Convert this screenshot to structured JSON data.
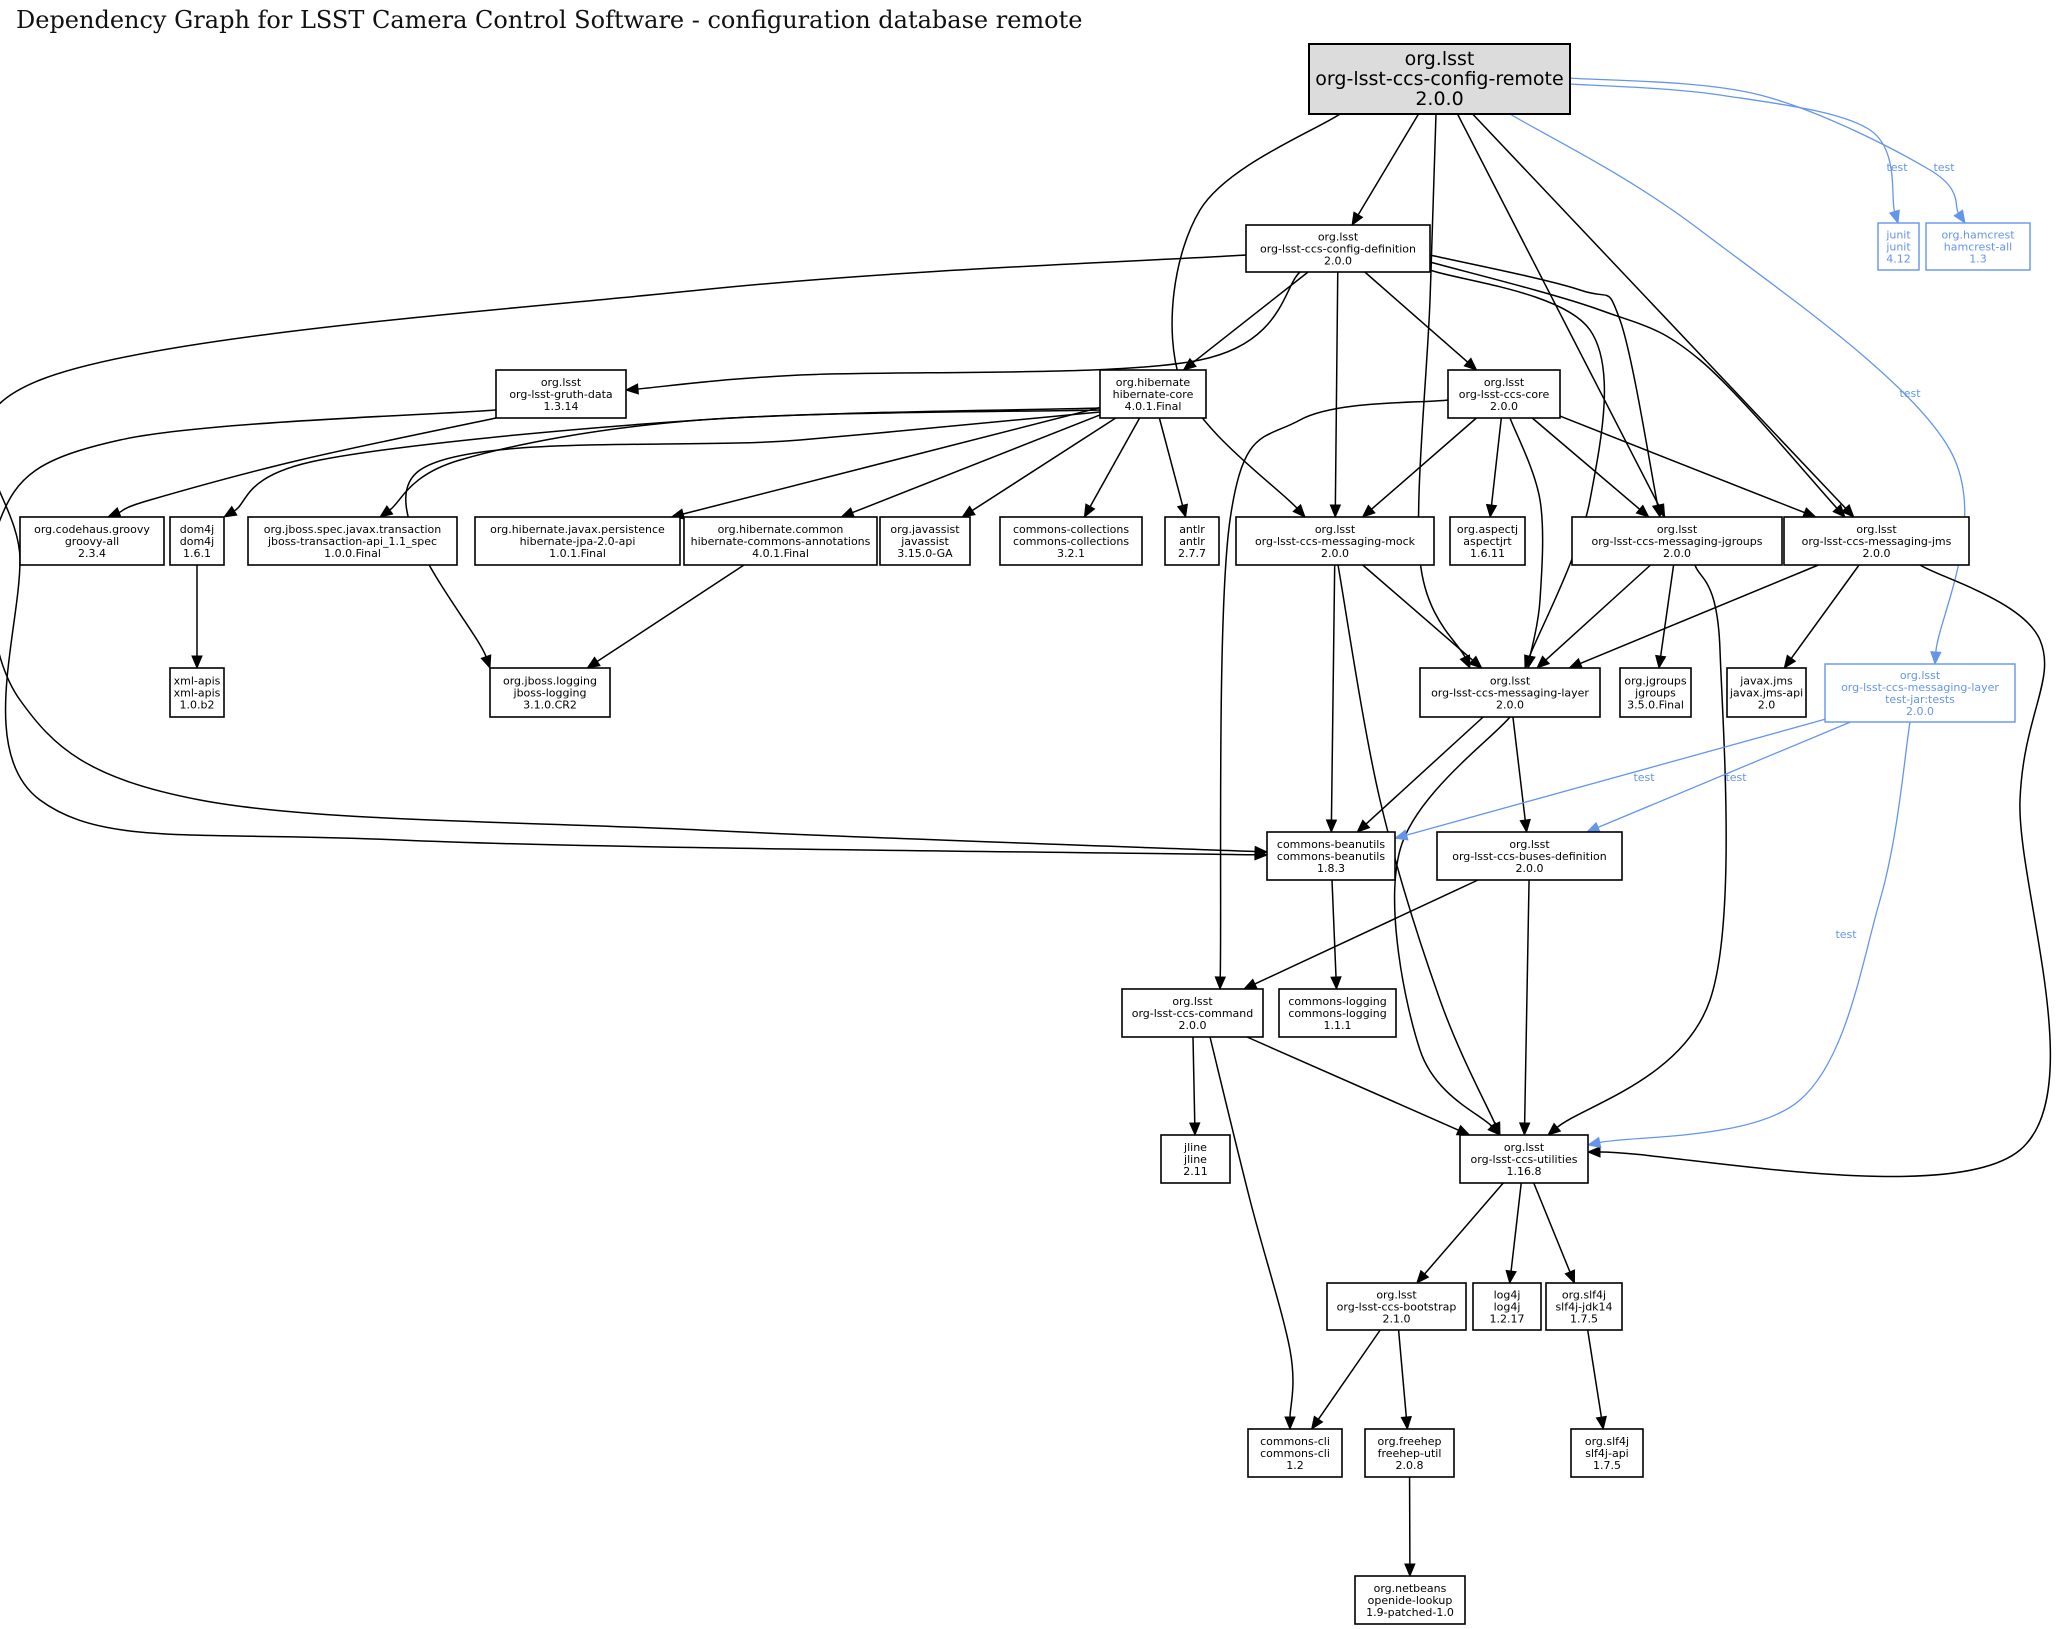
{
  "title": "Dependency Graph for LSST Camera Control Software - configuration database remote",
  "colors": {
    "test": "#6495ed",
    "root_fill": "#dcdcdc",
    "edge": "#000000"
  },
  "nodes": [
    {
      "id": "root",
      "group": "org.lsst",
      "artifact": "org-lsst-ccs-config-remote",
      "version": "2.0.0",
      "kind": "root"
    },
    {
      "id": "config-definition",
      "group": "org.lsst",
      "artifact": "org-lsst-ccs-config-definition",
      "version": "2.0.0"
    },
    {
      "id": "gruth-data",
      "group": "org.lsst",
      "artifact": "org-lsst-gruth-data",
      "version": "1.3.14"
    },
    {
      "id": "hibernate-core",
      "group": "org.hibernate",
      "artifact": "hibernate-core",
      "version": "4.0.1.Final"
    },
    {
      "id": "ccs-core",
      "group": "org.lsst",
      "artifact": "org-lsst-ccs-core",
      "version": "2.0.0"
    },
    {
      "id": "groovy-all",
      "group": "org.codehaus.groovy",
      "artifact": "groovy-all",
      "version": "2.3.4"
    },
    {
      "id": "dom4j",
      "group": "dom4j",
      "artifact": "dom4j",
      "version": "1.6.1"
    },
    {
      "id": "jboss-transaction",
      "group": "org.jboss.spec.javax.transaction",
      "artifact": "jboss-transaction-api_1.1_spec",
      "version": "1.0.0.Final"
    },
    {
      "id": "hibernate-jpa",
      "group": "org.hibernate.javax.persistence",
      "artifact": "hibernate-jpa-2.0-api",
      "version": "1.0.1.Final"
    },
    {
      "id": "hibernate-commons-annotations",
      "group": "org.hibernate.common",
      "artifact": "hibernate-commons-annotations",
      "version": "4.0.1.Final"
    },
    {
      "id": "javassist",
      "group": "org.javassist",
      "artifact": "javassist",
      "version": "3.15.0-GA"
    },
    {
      "id": "commons-collections",
      "group": "commons-collections",
      "artifact": "commons-collections",
      "version": "3.2.1"
    },
    {
      "id": "antlr",
      "group": "antlr",
      "artifact": "antlr",
      "version": "2.7.7"
    },
    {
      "id": "messaging-mock",
      "group": "org.lsst",
      "artifact": "org-lsst-ccs-messaging-mock",
      "version": "2.0.0"
    },
    {
      "id": "aspectjrt",
      "group": "org.aspectj",
      "artifact": "aspectjrt",
      "version": "1.6.11"
    },
    {
      "id": "messaging-jgroups",
      "group": "org.lsst",
      "artifact": "org-lsst-ccs-messaging-jgroups",
      "version": "2.0.0"
    },
    {
      "id": "messaging-jms",
      "group": "org.lsst",
      "artifact": "org-lsst-ccs-messaging-jms",
      "version": "2.0.0"
    },
    {
      "id": "xml-apis",
      "group": "xml-apis",
      "artifact": "xml-apis",
      "version": "1.0.b2"
    },
    {
      "id": "jboss-logging",
      "group": "org.jboss.logging",
      "artifact": "jboss-logging",
      "version": "3.1.0.CR2"
    },
    {
      "id": "messaging-layer",
      "group": "org.lsst",
      "artifact": "org-lsst-ccs-messaging-layer",
      "version": "2.0.0"
    },
    {
      "id": "jgroups",
      "group": "org.jgroups",
      "artifact": "jgroups",
      "version": "3.5.0.Final"
    },
    {
      "id": "javax-jms",
      "group": "javax.jms",
      "artifact": "javax.jms-api",
      "version": "2.0"
    },
    {
      "id": "messaging-layer-tests",
      "group": "org.lsst",
      "artifact": "org-lsst-ccs-messaging-layer",
      "classifier": "test-jar:tests",
      "version": "2.0.0",
      "kind": "test"
    },
    {
      "id": "commons-beanutils",
      "group": "commons-beanutils",
      "artifact": "commons-beanutils",
      "version": "1.8.3"
    },
    {
      "id": "buses-definition",
      "group": "org.lsst",
      "artifact": "org-lsst-ccs-buses-definition",
      "version": "2.0.0"
    },
    {
      "id": "ccs-command",
      "group": "org.lsst",
      "artifact": "org-lsst-ccs-command",
      "version": "2.0.0"
    },
    {
      "id": "commons-logging",
      "group": "commons-logging",
      "artifact": "commons-logging",
      "version": "1.1.1"
    },
    {
      "id": "jline",
      "group": "jline",
      "artifact": "jline",
      "version": "2.11"
    },
    {
      "id": "ccs-utilities",
      "group": "org.lsst",
      "artifact": "org-lsst-ccs-utilities",
      "version": "1.16.8"
    },
    {
      "id": "ccs-bootstrap",
      "group": "org.lsst",
      "artifact": "org-lsst-ccs-bootstrap",
      "version": "2.1.0"
    },
    {
      "id": "log4j",
      "group": "log4j",
      "artifact": "log4j",
      "version": "1.2.17"
    },
    {
      "id": "slf4j-jdk14",
      "group": "org.slf4j",
      "artifact": "slf4j-jdk14",
      "version": "1.7.5"
    },
    {
      "id": "commons-cli",
      "group": "commons-cli",
      "artifact": "commons-cli",
      "version": "1.2"
    },
    {
      "id": "freehep-util",
      "group": "org.freehep",
      "artifact": "freehep-util",
      "version": "2.0.8"
    },
    {
      "id": "slf4j-api",
      "group": "org.slf4j",
      "artifact": "slf4j-api",
      "version": "1.7.5"
    },
    {
      "id": "openide-lookup",
      "group": "org.netbeans",
      "artifact": "openide-lookup",
      "version": "1.9-patched-1.0"
    },
    {
      "id": "junit",
      "group": "junit",
      "artifact": "junit",
      "version": "4.12",
      "kind": "test"
    },
    {
      "id": "hamcrest-all",
      "group": "org.hamcrest",
      "artifact": "hamcrest-all",
      "version": "1.3",
      "kind": "test"
    }
  ],
  "edges": [
    {
      "from": "root",
      "to": "config-definition"
    },
    {
      "from": "root",
      "to": "messaging-mock"
    },
    {
      "from": "root",
      "to": "messaging-layer"
    },
    {
      "from": "root",
      "to": "messaging-jgroups"
    },
    {
      "from": "root",
      "to": "messaging-jms"
    },
    {
      "from": "root",
      "to": "junit",
      "label": "test",
      "scope": "test"
    },
    {
      "from": "root",
      "to": "hamcrest-all",
      "label": "test",
      "scope": "test"
    },
    {
      "from": "root",
      "to": "messaging-layer-tests",
      "label": "test",
      "scope": "test"
    },
    {
      "from": "config-definition",
      "to": "gruth-data"
    },
    {
      "from": "config-definition",
      "to": "hibernate-core"
    },
    {
      "from": "config-definition",
      "to": "ccs-core"
    },
    {
      "from": "config-definition",
      "to": "messaging-mock"
    },
    {
      "from": "config-definition",
      "to": "messaging-layer"
    },
    {
      "from": "config-definition",
      "to": "messaging-jgroups"
    },
    {
      "from": "config-definition",
      "to": "messaging-jms"
    },
    {
      "from": "config-definition",
      "to": "commons-beanutils"
    },
    {
      "from": "gruth-data",
      "to": "groovy-all"
    },
    {
      "from": "gruth-data",
      "to": "commons-beanutils"
    },
    {
      "from": "hibernate-core",
      "to": "dom4j"
    },
    {
      "from": "hibernate-core",
      "to": "jboss-transaction"
    },
    {
      "from": "hibernate-core",
      "to": "hibernate-jpa"
    },
    {
      "from": "hibernate-core",
      "to": "hibernate-commons-annotations"
    },
    {
      "from": "hibernate-core",
      "to": "javassist"
    },
    {
      "from": "hibernate-core",
      "to": "commons-collections"
    },
    {
      "from": "hibernate-core",
      "to": "antlr"
    },
    {
      "from": "hibernate-core",
      "to": "jboss-logging"
    },
    {
      "from": "ccs-core",
      "to": "messaging-mock"
    },
    {
      "from": "ccs-core",
      "to": "aspectjrt"
    },
    {
      "from": "ccs-core",
      "to": "messaging-jgroups"
    },
    {
      "from": "ccs-core",
      "to": "messaging-jms"
    },
    {
      "from": "ccs-core",
      "to": "messaging-layer"
    },
    {
      "from": "ccs-core",
      "to": "ccs-command"
    },
    {
      "from": "dom4j",
      "to": "xml-apis"
    },
    {
      "from": "hibernate-commons-annotations",
      "to": "jboss-logging"
    },
    {
      "from": "messaging-mock",
      "to": "messaging-layer"
    },
    {
      "from": "messaging-mock",
      "to": "commons-beanutils"
    },
    {
      "from": "messaging-mock",
      "to": "ccs-utilities"
    },
    {
      "from": "messaging-jgroups",
      "to": "messaging-layer"
    },
    {
      "from": "messaging-jgroups",
      "to": "jgroups"
    },
    {
      "from": "messaging-jgroups",
      "to": "ccs-utilities"
    },
    {
      "from": "messaging-jms",
      "to": "messaging-layer"
    },
    {
      "from": "messaging-jms",
      "to": "javax-jms"
    },
    {
      "from": "messaging-jms",
      "to": "ccs-utilities"
    },
    {
      "from": "messaging-layer",
      "to": "commons-beanutils"
    },
    {
      "from": "messaging-layer",
      "to": "buses-definition"
    },
    {
      "from": "messaging-layer",
      "to": "ccs-utilities"
    },
    {
      "from": "messaging-layer-tests",
      "to": "commons-beanutils",
      "label": "test",
      "scope": "test"
    },
    {
      "from": "messaging-layer-tests",
      "to": "buses-definition",
      "label": "test",
      "scope": "test"
    },
    {
      "from": "messaging-layer-tests",
      "to": "ccs-utilities",
      "label": "test",
      "scope": "test"
    },
    {
      "from": "commons-beanutils",
      "to": "commons-logging"
    },
    {
      "from": "buses-definition",
      "to": "ccs-command"
    },
    {
      "from": "buses-definition",
      "to": "ccs-utilities"
    },
    {
      "from": "ccs-command",
      "to": "jline"
    },
    {
      "from": "ccs-command",
      "to": "ccs-utilities"
    },
    {
      "from": "ccs-command",
      "to": "commons-cli"
    },
    {
      "from": "ccs-utilities",
      "to": "ccs-bootstrap"
    },
    {
      "from": "ccs-utilities",
      "to": "log4j"
    },
    {
      "from": "ccs-utilities",
      "to": "slf4j-jdk14"
    },
    {
      "from": "ccs-bootstrap",
      "to": "commons-cli"
    },
    {
      "from": "ccs-bootstrap",
      "to": "freehep-util"
    },
    {
      "from": "slf4j-jdk14",
      "to": "slf4j-api"
    },
    {
      "from": "freehep-util",
      "to": "openide-lookup"
    }
  ]
}
